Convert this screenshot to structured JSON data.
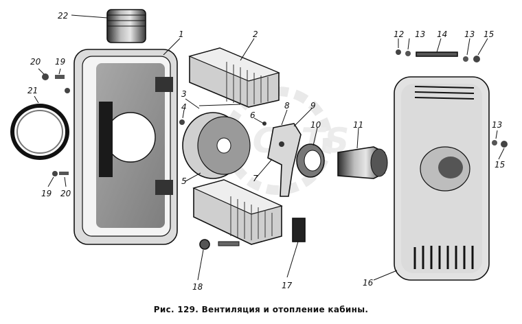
{
  "caption": "Рис. 129. Вентиляция и отопление кабины.",
  "watermark": "ELCATS",
  "labels": [
    "22",
    "1",
    "2",
    "3",
    "4",
    "5",
    "6",
    "7",
    "8",
    "9",
    "10",
    "11",
    "12",
    "13",
    "14",
    "13",
    "15",
    "13",
    "15",
    "16",
    "17",
    "18",
    "19",
    "20",
    "21",
    "20",
    "19"
  ]
}
